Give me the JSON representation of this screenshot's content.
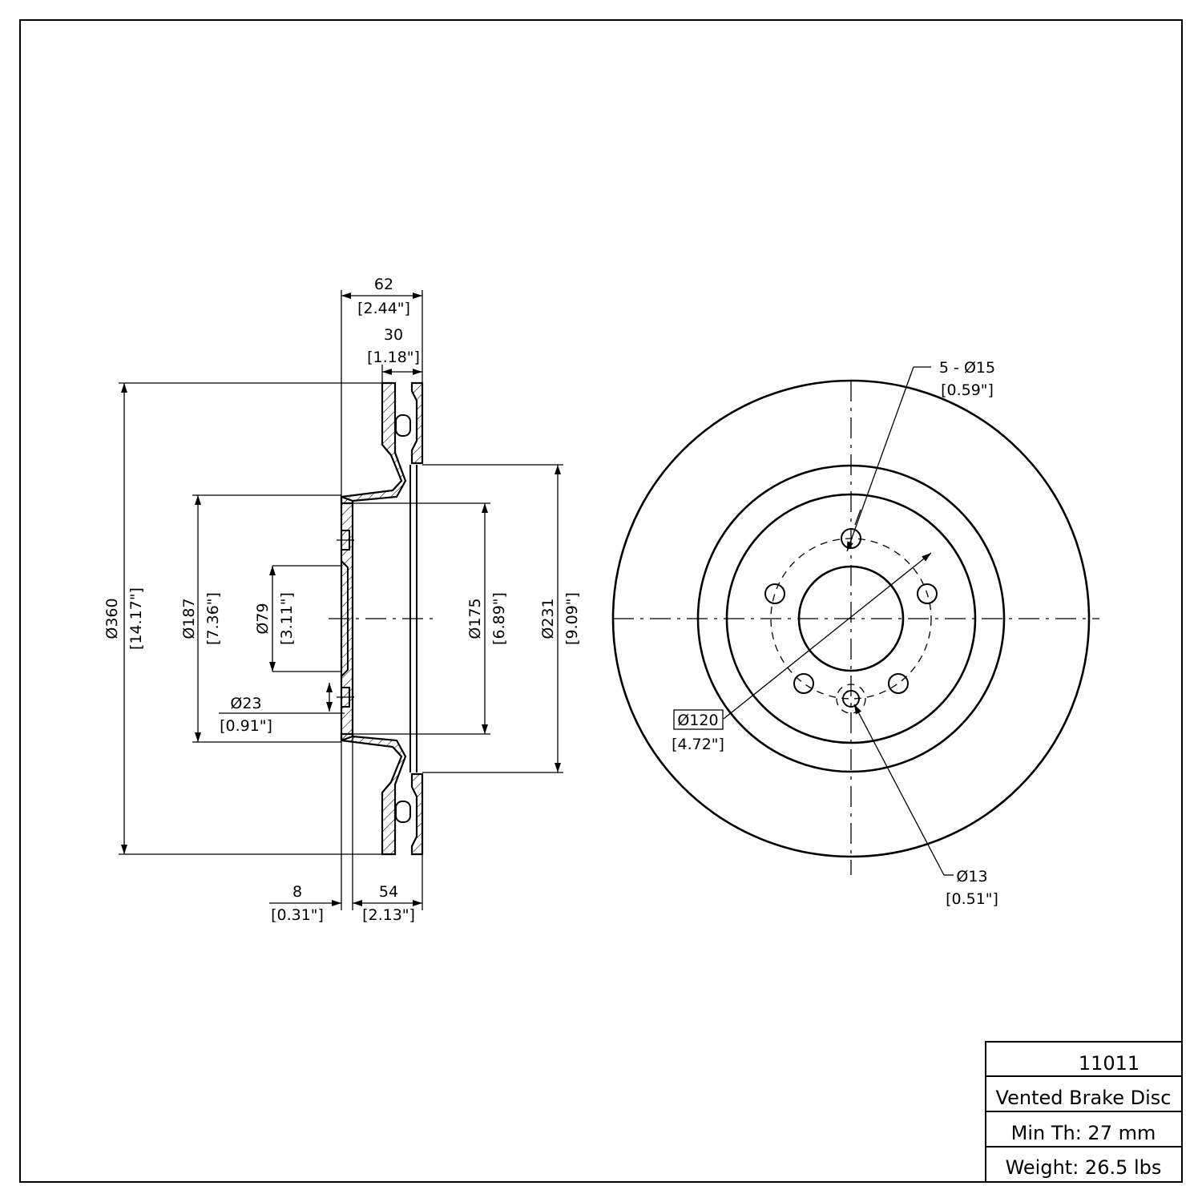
{
  "dimensions": {
    "overall_width": {
      "mm": "62",
      "in": "[2.44\"]"
    },
    "rotor_thickness": {
      "mm": "30",
      "in": "[1.18\"]"
    },
    "outer_diameter": {
      "mm": "Ø360",
      "in": "[14.17\"]"
    },
    "hat_diameter": {
      "mm": "Ø187",
      "in": "[7.36\"]"
    },
    "center_bore": {
      "mm": "Ø79",
      "in": "[3.11\"]"
    },
    "inner_hat_diameter": {
      "mm": "Ø175",
      "in": "[6.89\"]"
    },
    "friction_inner_diameter": {
      "mm": "Ø231",
      "in": "[9.09\"]"
    },
    "small_hole": {
      "mm": "Ø23",
      "in": "[0.91\"]"
    },
    "hat_flange": {
      "mm": "8",
      "in": "[0.31\"]"
    },
    "hat_height": {
      "mm": "54",
      "in": "[2.13\"]"
    },
    "bolt_holes": {
      "mm": "5 - Ø15",
      "in": "[0.59\"]"
    },
    "bolt_circle": {
      "mm": "Ø120",
      "in": "[4.72\"]"
    },
    "locator_hole": {
      "mm": "Ø13",
      "in": "[0.51\"]"
    }
  },
  "title_block": {
    "part_number": "11011",
    "description": "Vented Brake Disc",
    "min_thickness": "Min Th: 27 mm",
    "weight": "Weight: 26.5 lbs"
  }
}
